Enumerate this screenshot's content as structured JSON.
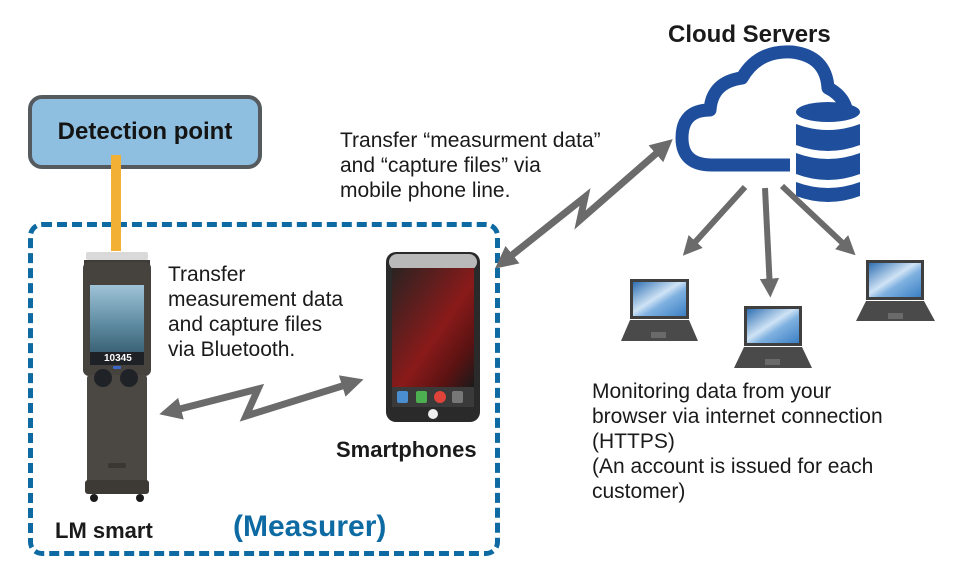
{
  "detection_point": {
    "label": "Detection point"
  },
  "measurer_group": {
    "label": "(Measurer)",
    "color": "#0e6aa3"
  },
  "lm_smart": {
    "label": "LM smart",
    "screen_readout": "10345"
  },
  "smartphone": {
    "label": "Smartphones"
  },
  "cloud": {
    "label": "Cloud Servers",
    "color": "#1f4f9c"
  },
  "bluetooth_note": {
    "lines": [
      "Transfer",
      "measurement data",
      "and capture files",
      "via Bluetooth."
    ]
  },
  "mobile_note": {
    "lines": [
      "Transfer “measurment data”",
      "and “capture files” via",
      "mobile phone line."
    ]
  },
  "browser_note": {
    "lines": [
      "Monitoring data from your",
      "browser via internet connection",
      "(HTTPS)",
      "(An account is issued for each",
      "customer)"
    ]
  },
  "colors": {
    "arrow": "#6b6b6b",
    "connector": "#f2b134",
    "detection_box_fill": "#8fbfe0",
    "laptop_screen": "#4a8fd0"
  }
}
